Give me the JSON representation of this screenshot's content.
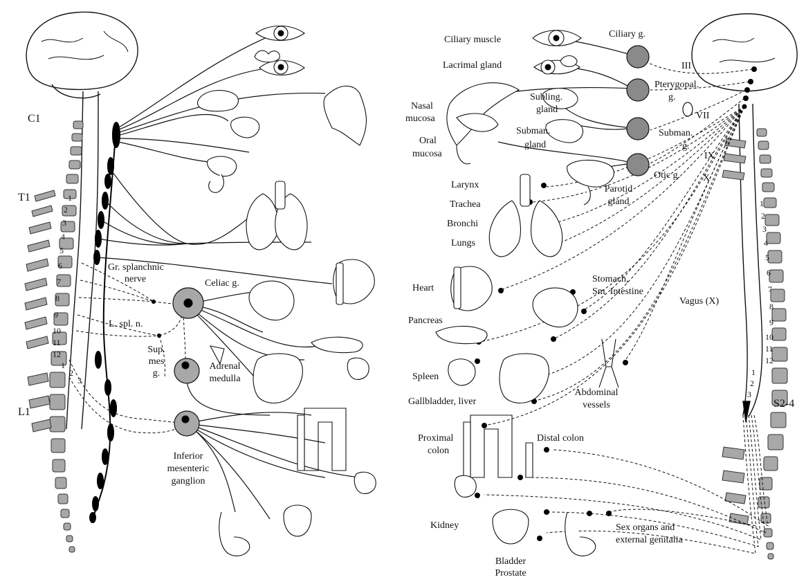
{
  "sympathetic": {
    "level_c1": "C1",
    "level_t1": "T1",
    "level_l1": "L1",
    "thoracic_numbers": [
      "1",
      "2",
      "3",
      "4",
      "5",
      "6",
      "7",
      "8",
      "9",
      "10",
      "11",
      "12"
    ],
    "lumbar_numbers": [
      "1",
      "2",
      "3"
    ],
    "gr_splanchnic_1": "Gr. splanchnic",
    "gr_splanchnic_2": "nerve",
    "l_spl_n": "L. spl. n.",
    "celiac": "Celiac g.",
    "sup_mes_1": "Sup.",
    "sup_mes_2": "mes",
    "sup_mes_3": "g.",
    "adrenal_1": "Adrenal",
    "adrenal_2": "medulla",
    "inferior_1": "Inferior",
    "inferior_2": "mesenteric",
    "inferior_3": "ganglion"
  },
  "parasympathetic": {
    "ciliary_muscle": "Ciliary muscle",
    "ciliary_g": "Ciliary g.",
    "lacrimal_gland": "Lacrimal gland",
    "nerve_iii": "III",
    "nasal_1": "Nasal",
    "nasal_2": "mucosa",
    "pterygopal_1": "Pterygopal.",
    "pterygopal_2": "g.",
    "subling_1": "Subling.",
    "subling_2": "gland",
    "nerve_vii": "VII",
    "oral_1": "Oral",
    "oral_2": "mucosa",
    "subman_gland_1": "Subman.",
    "subman_gland_2": "gland",
    "subman_g_1": "Subman.",
    "subman_g_2": "g.",
    "nerve_ix": "IX",
    "otic_g": "Otic g.",
    "nerve_x": "X",
    "larynx": "Larynx",
    "trachea": "Trachea",
    "bronchi": "Bronchi",
    "lungs": "Lungs",
    "parotid_1": "Parotid",
    "parotid_2": "gland",
    "heart": "Heart",
    "stomach_1": "Stomach,",
    "stomach_2": "Sm. Intestine",
    "vagus": "Vagus (X)",
    "pancreas": "Pancreas",
    "spleen": "Spleen",
    "abdominal_1": "Abdominal",
    "abdominal_2": "vessels",
    "gallbladder": "Gallbladder, liver",
    "proximal_1": "Proximal",
    "proximal_2": "colon",
    "distal_colon": "Distal colon",
    "kidney": "Kidney",
    "sex_1": "Sex organs and",
    "sex_2": "external genitalia",
    "bladder": "Bladder",
    "prostate": "Prostate",
    "sacral": "S2-4",
    "thoracic_numbers": [
      "1",
      "2",
      "3",
      "4",
      "5",
      "6",
      "7",
      "8",
      "9",
      "10",
      "11",
      "12"
    ],
    "lumbar_numbers": [
      "1",
      "2",
      "3"
    ]
  }
}
